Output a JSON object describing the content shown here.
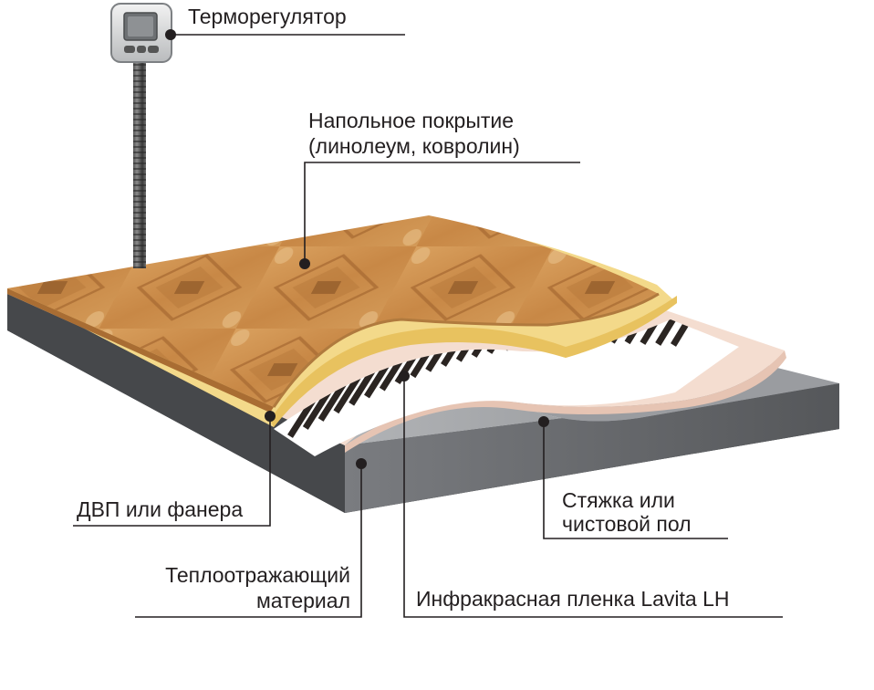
{
  "labels": {
    "thermostat": "Терморегулятор",
    "floor_covering_line1": "Напольное покрытие",
    "floor_covering_line2": "(линолеум, ковролин)",
    "fiberboard": "ДВП или фанера",
    "reflective_line1": "Теплоотражающий",
    "reflective_line2": "материал",
    "screed_line1": "Стяжка или",
    "screed_line2": "чистовой пол",
    "infrared_film": "Инфракрасная пленка Lavita LH"
  },
  "colors": {
    "linoleum": "#c98a4a",
    "fiberboard": "#f3d98a",
    "reflective": "#f4ddd0",
    "base": "#6b6d70",
    "film_stripe": "#2b2522",
    "text": "#231f20"
  }
}
